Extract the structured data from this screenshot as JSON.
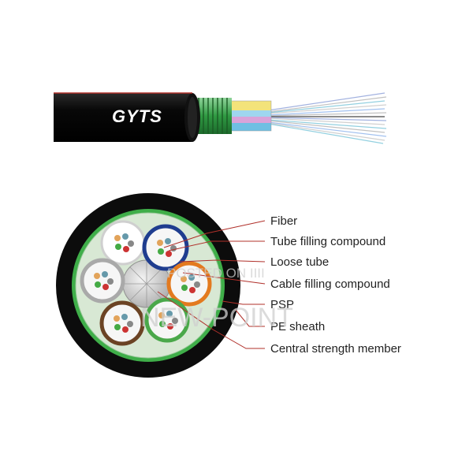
{
  "diagram": {
    "cable_type": "GYTS",
    "watermark": {
      "line1": "POSTED ON IIII",
      "line2": "NEW-POINT"
    },
    "labels": [
      {
        "id": "fiber",
        "text": "Fiber"
      },
      {
        "id": "tube-filling-compound",
        "text": "Tube filling compound"
      },
      {
        "id": "loose-tube",
        "text": "Loose tube"
      },
      {
        "id": "cable-filling-compound",
        "text": "Cable filling compound"
      },
      {
        "id": "psp",
        "text": "PSP"
      },
      {
        "id": "pe-sheath",
        "text": "PE sheath"
      },
      {
        "id": "central-strength-member",
        "text": "Central strength member"
      }
    ],
    "colors": {
      "sheath": "#0d0d0d",
      "psp": "#3fae49",
      "leader_line": "#b0302a",
      "tube_colors": [
        "#1f3d8f",
        "#e37a1f",
        "#4aa84a",
        "#6b4324",
        "#a9a9a9",
        "#f2f2f2"
      ]
    }
  }
}
